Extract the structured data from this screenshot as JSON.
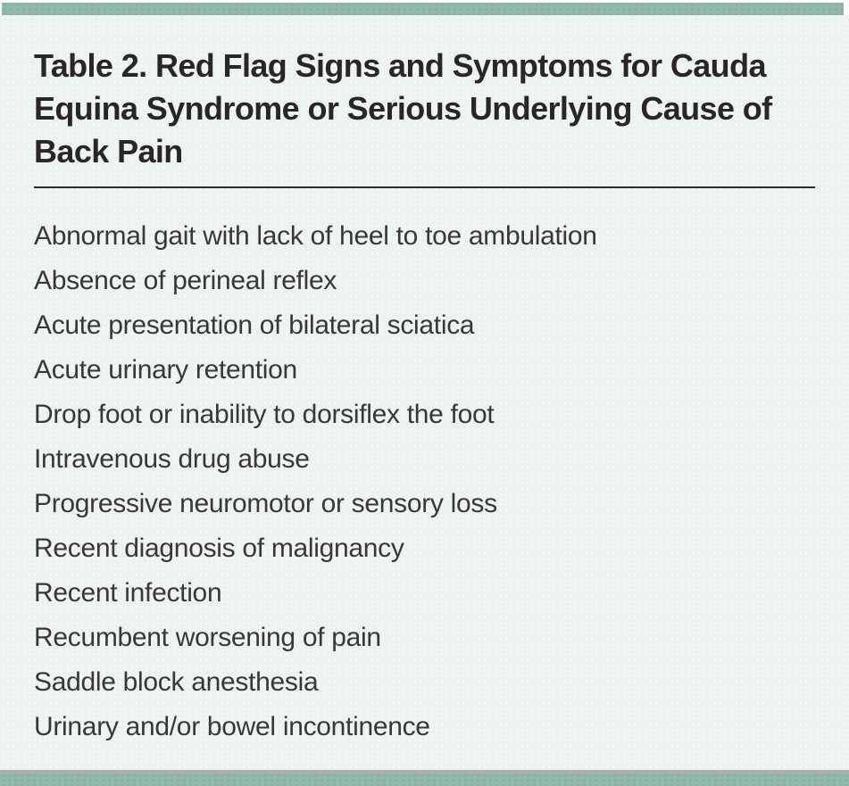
{
  "page": {
    "colors": {
      "accent_teal": "#8fbaab",
      "panel_mint": "#edf3f0",
      "title_text": "#2a2526",
      "body_text": "#3b3637",
      "rule": "#2d292a",
      "gray_line": "#aeafaa"
    }
  },
  "table": {
    "title": "Table 2. Red Flag Signs and Symptoms for Cauda Equina Syndrome or Serious Underlying Cause of Back Pain",
    "rows": [
      "Abnormal gait with lack of heel to toe ambulation",
      "Absence of perineal reflex",
      "Acute presentation of bilateral sciatica",
      "Acute urinary retention",
      "Drop foot or inability to dorsiflex the foot",
      "Intravenous drug abuse",
      "Progressive neuromotor or sensory loss",
      "Recent diagnosis of malignancy",
      "Recent infection",
      "Recumbent worsening of pain",
      "Saddle block anesthesia",
      "Urinary and/or bowel incontinence"
    ]
  }
}
